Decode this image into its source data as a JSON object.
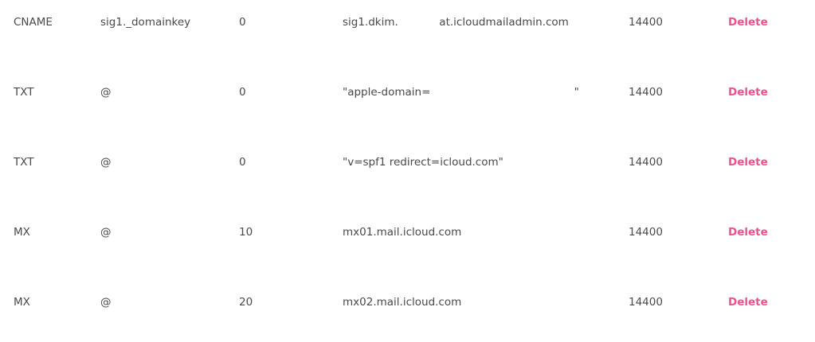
{
  "records": [
    {
      "type": "CNAME",
      "host": "sig1._domainkey",
      "priority": "0",
      "value": "sig1.dkim.            at.icloudmailadmin.com",
      "ttl": "14400",
      "action": "Delete"
    },
    {
      "type": "TXT",
      "host": "@",
      "priority": "0",
      "value": "\"apple-domain=                                          \"",
      "ttl": "14400",
      "action": "Delete"
    },
    {
      "type": "TXT",
      "host": "@",
      "priority": "0",
      "value": "\"v=spf1 redirect=icloud.com\"",
      "ttl": "14400",
      "action": "Delete"
    },
    {
      "type": "MX",
      "host": "@",
      "priority": "10",
      "value": "mx01.mail.icloud.com",
      "ttl": "14400",
      "action": "Delete"
    },
    {
      "type": "MX",
      "host": "@",
      "priority": "20",
      "value": "mx02.mail.icloud.com",
      "ttl": "14400",
      "action": "Delete"
    }
  ],
  "colors": {
    "text": "#4a4a4a",
    "accent": "#e8528f",
    "background": "#ffffff"
  }
}
